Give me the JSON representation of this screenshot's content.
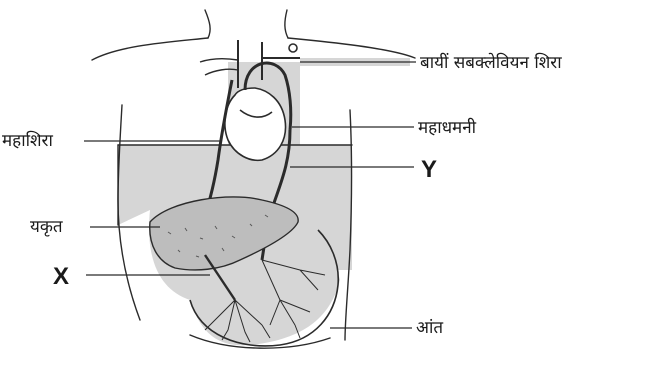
{
  "labels": {
    "left_subclavian_vein": "बायीं सबक्लेवियन शिरा",
    "aorta": "महाधमनी",
    "y": "Y",
    "vena_cava": "महाशिरा",
    "liver": "यकृत",
    "x": "X",
    "intestine": "आंत"
  },
  "colors": {
    "line": "#2b2b2b",
    "shade": "#d6d6d6",
    "liver_fill": "#bdbdbd",
    "background": "#ffffff"
  }
}
